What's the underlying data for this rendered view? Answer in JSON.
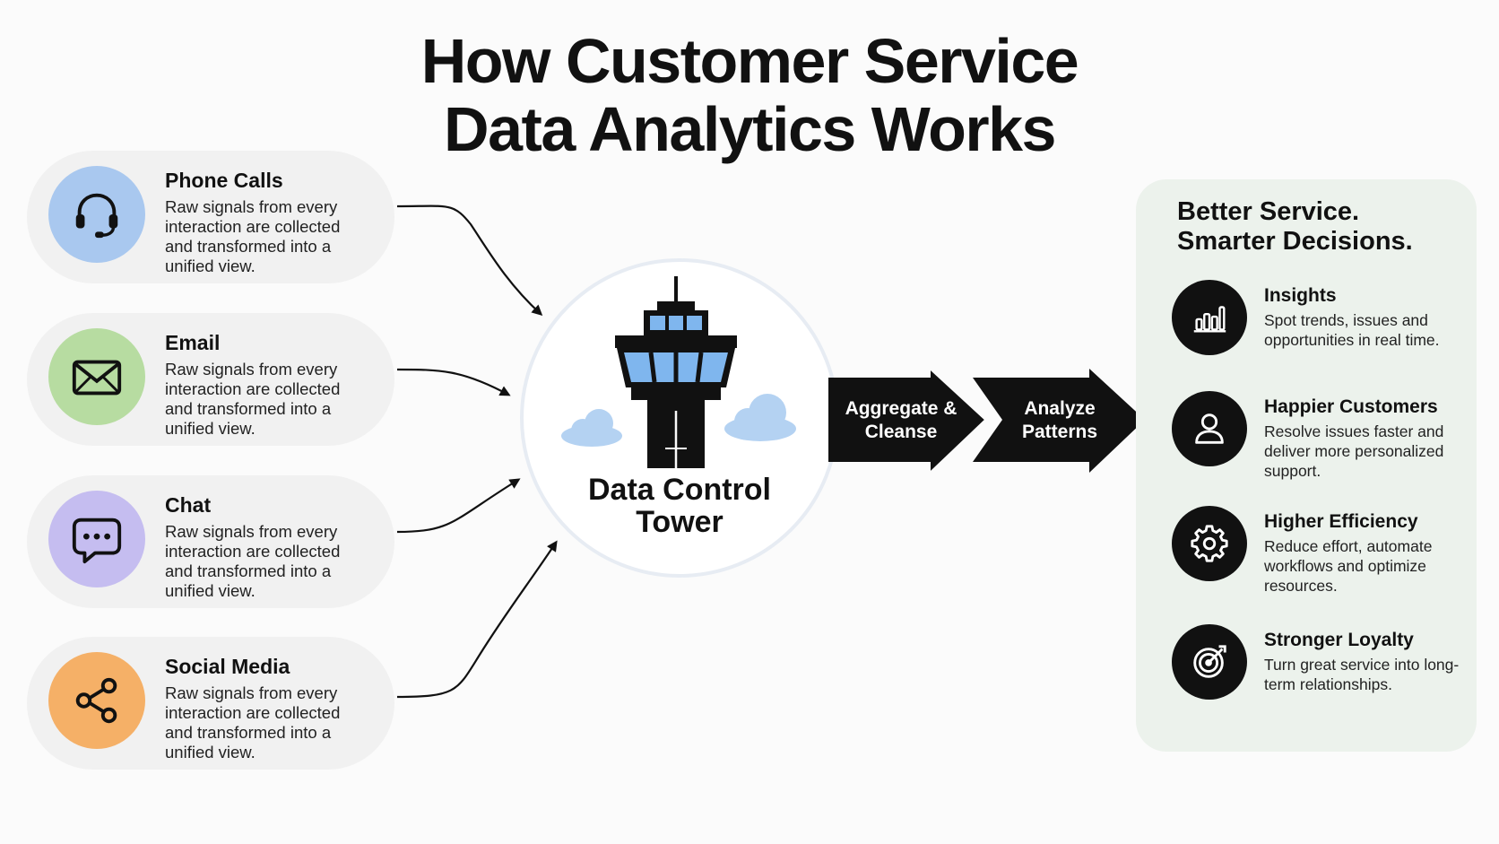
{
  "title": {
    "line1": "How Customer Service",
    "line2": "Data Analytics Works"
  },
  "sources": [
    {
      "title": "Phone Calls",
      "description": "Raw signals from every interaction are collected and transformed into a unified view.",
      "icon": "headset-icon",
      "color": "#a9c8ef"
    },
    {
      "title": "Email",
      "description": "Raw signals from every interaction are collected and transformed into a unified view.",
      "icon": "envelope-icon",
      "color": "#b7dca1"
    },
    {
      "title": "Chat",
      "description": "Raw signals from every interaction are collected and transformed into a unified view.",
      "icon": "chat-bubble-icon",
      "color": "#c5bdf0"
    },
    {
      "title": "Social Media",
      "description": "Raw signals from every interaction are collected and transformed into a unified view.",
      "icon": "share-icon",
      "color": "#f5b067"
    }
  ],
  "hub": {
    "label_line1": "Data Control",
    "label_line2": "Tower",
    "icon": "control-tower-icon",
    "glass_color": "#7fb6ee",
    "cloud_color": "#b4d2f2"
  },
  "process": {
    "steps": [
      {
        "line1": "Aggregate &",
        "line2": "Cleanse"
      },
      {
        "line1": "Analyze",
        "line2": "Patterns"
      }
    ],
    "arrow_color": "#111111"
  },
  "outcomes": {
    "heading_line1": "Better Service.",
    "heading_line2": "Smarter Decisions.",
    "panel_color": "#ecf2ec",
    "items": [
      {
        "title": "Insights",
        "description": "Spot trends, issues and opportunities in real time.",
        "icon": "bar-chart-icon"
      },
      {
        "title": "Happier Customers",
        "description": "Resolve issues faster and deliver more personalized support.",
        "icon": "user-icon"
      },
      {
        "title": "Higher Efficiency",
        "description": "Reduce effort, automate workflows and optimize resources.",
        "icon": "gear-icon"
      },
      {
        "title": "Stronger Loyalty",
        "description": "Turn great service into long-term relationships.",
        "icon": "target-icon"
      }
    ]
  }
}
